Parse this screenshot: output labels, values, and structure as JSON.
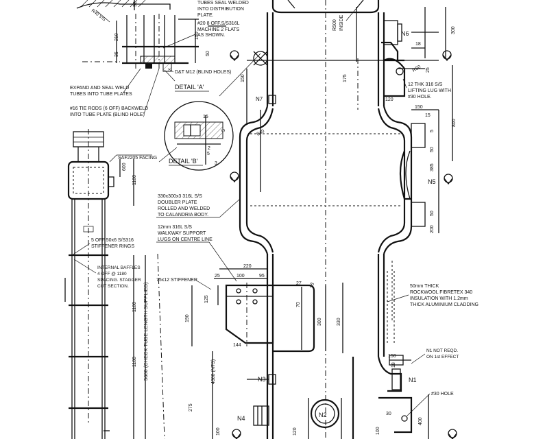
{
  "notes": {
    "tubes_seal": "TUBES SEAL WELDED",
    "into_dist": "INTO DISTRIBUTION",
    "plate": "PLATE.",
    "stud": "#20 8 OFF.S/S316L",
    "machine": "MACHINE 2 FLATS",
    "as_shown": "AS SHOWN.",
    "blind": "D&T M12 (BLIND HOLES)",
    "expand1": "EXPAND AND SEAL WELD",
    "expand2": "TUBES INTO TUBE PLATES",
    "tie1": "#16 TIE RODS (6 OFF) BACKWELD",
    "tie2": "INTO TUBE PLATE (BLIND HOLE)",
    "detail_a": "DETAIL 'A'",
    "detail_b": "DETAIL 'B'",
    "saf": "SAF2205 FACING",
    "doubler1": "330x300x3 316L S/S",
    "doubler2": "DOUBLER PLATE",
    "doubler3": "ROLLED AND WELDED",
    "doubler4": "TO CALANDRIA BODY.",
    "walk1": "12mm 316L S/S",
    "walk2": "WALKWAY SUPPORT",
    "walk3": "LUGS ON CENTRE LINE",
    "stiff1": "5 OFF 50x6 S/S316",
    "stiff2": "STIFFENER RINGS",
    "baffle1": "INTERNAL BAFFLES",
    "baffle2": "4 OFF @ 1180",
    "baffle3": "SPACING. STAGGER",
    "baffle4": "CUT SECTION.",
    "stiffener75": "75x12 STIFFENER",
    "lug1": "12 THK 316 S/S",
    "lug2": "LIFTING LUG WITH",
    "lug3": "#30 HOLE.",
    "ins1": "50mm THICK",
    "ins2": "ROCKWOOL FIBRETEX 340",
    "ins3": "INSULATION WITH 1.2mm",
    "ins4": "THICK ALUMINIUM CLADDING",
    "n1req1": "N1 NOT REQD.",
    "n1req2": "ON 1st EFFECT",
    "hole30": "#30 HOLE",
    "r500": "R500",
    "inside": "INSIDE",
    "r40": "R40 V/S"
  },
  "nozzles": {
    "n6": "N6",
    "n7": "N7",
    "n5": "N5",
    "n3": "N3",
    "n4": "N4",
    "n1": "N1",
    "n2": "N2"
  },
  "dims": {
    "d92": "92",
    "d210": "210",
    "d35": "35",
    "d50": "50",
    "d150a": "150",
    "d300a": "300",
    "d18": "18",
    "d15": "15",
    "d850": "R50",
    "d25a": "25",
    "d120a": "120",
    "d840": "840",
    "d175": "175",
    "d150b": "150",
    "d800": "800",
    "d50b": "50",
    "d385": "385",
    "d50c": "50",
    "d200": "200",
    "d15b": "15",
    "d5": "5",
    "d3": "3",
    "d2": "2",
    "d600": "600",
    "d1180a": "1180",
    "d1180b": "1180",
    "d1180c": "1180",
    "d5600": "5600 (CHECK TUBE LENGTH SUPPLIED)",
    "d220": "220",
    "d25b": "25",
    "d100": "100",
    "d95": "95",
    "d27": "27",
    "d45": "45",
    "d125": "125",
    "d70": "70",
    "d300b": "300",
    "d330": "330",
    "d190": "190",
    "d144": "144",
    "d4380": "4380 (NTS)",
    "d150c": "150",
    "d400": "400",
    "d30": "30",
    "d275": "275",
    "d100b": "100",
    "d120b": "120",
    "d100c": "100",
    "d5b": "5",
    "d5c": "5",
    "d18b": "18"
  }
}
